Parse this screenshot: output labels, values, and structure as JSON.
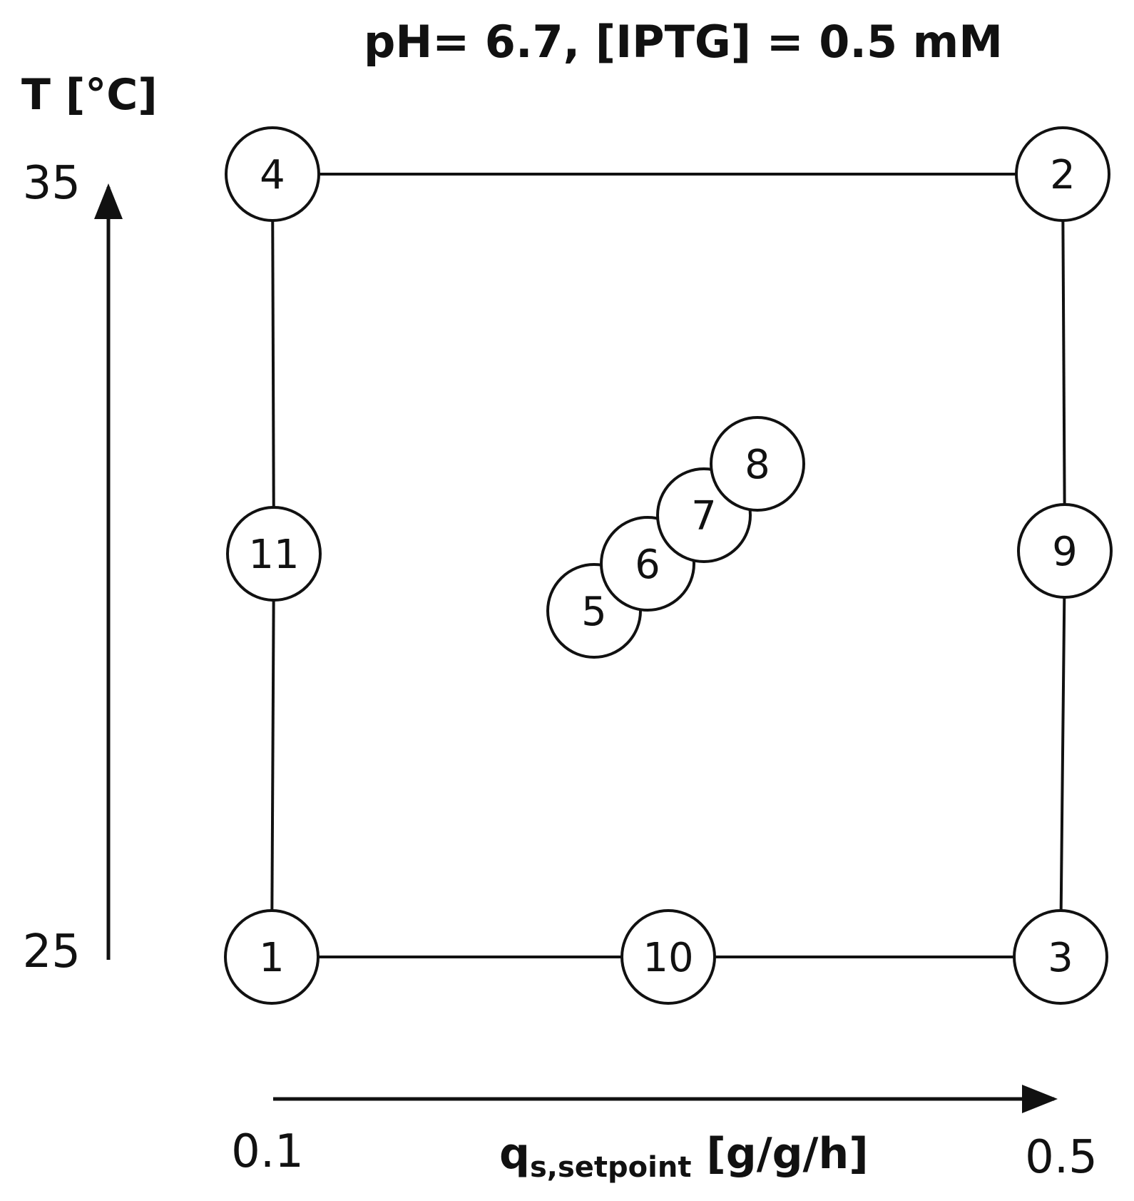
{
  "title": "pH= 6.7, [IPTG] = 0.5 mM",
  "y_axis": {
    "label": "T [°C]",
    "min_label": "25",
    "max_label": "35"
  },
  "x_axis": {
    "label_main": "q",
    "label_sub": "s,setpoint",
    "label_unit": " [g/g/h]",
    "min_label": "0.1",
    "max_label": "0.5"
  },
  "nodes": [
    {
      "id": "4",
      "label": "4"
    },
    {
      "id": "2",
      "label": "2"
    },
    {
      "id": "11",
      "label": "11"
    },
    {
      "id": "9",
      "label": "9"
    },
    {
      "id": "1",
      "label": "1"
    },
    {
      "id": "10",
      "label": "10"
    },
    {
      "id": "3",
      "label": "3"
    },
    {
      "id": "5",
      "label": "5"
    },
    {
      "id": "6",
      "label": "6"
    },
    {
      "id": "7",
      "label": "7"
    },
    {
      "id": "8",
      "label": "8"
    }
  ],
  "edges": [
    {
      "from": "4",
      "to": "2"
    },
    {
      "from": "4",
      "to": "11"
    },
    {
      "from": "11",
      "to": "1"
    },
    {
      "from": "2",
      "to": "9"
    },
    {
      "from": "9",
      "to": "3"
    },
    {
      "from": "1",
      "to": "10"
    },
    {
      "from": "10",
      "to": "3"
    }
  ],
  "colors": {
    "stroke": "#111111",
    "fill": "#ffffff"
  }
}
